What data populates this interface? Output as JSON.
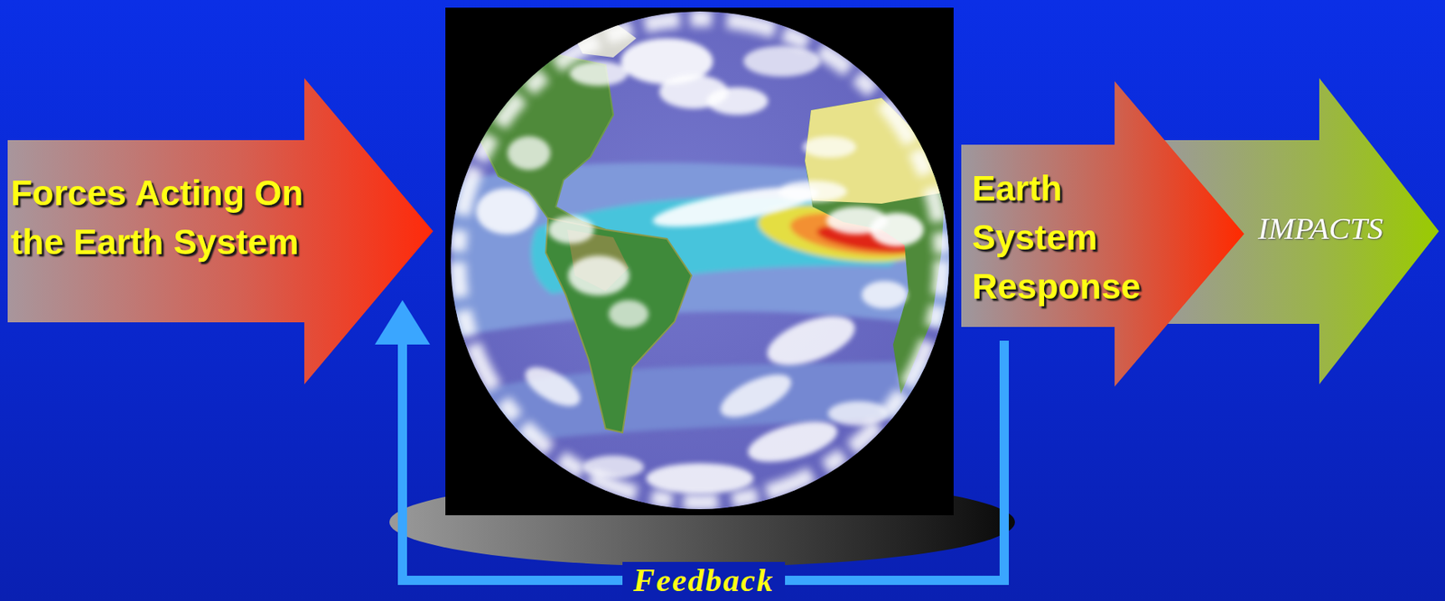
{
  "diagram": {
    "nodes": [
      {
        "text": [
          "Forces Acting On the Earth System"
        ]
      },
      {
        "text": [
          "Earth System Response"
        ]
      },
      {
        "text": [
          "IMPACTS"
        ]
      }
    ],
    "edges": [
      {
        "from": 1,
        "to": 0,
        "label": "Feedback",
        "arrow": "to"
      }
    ]
  }
}
